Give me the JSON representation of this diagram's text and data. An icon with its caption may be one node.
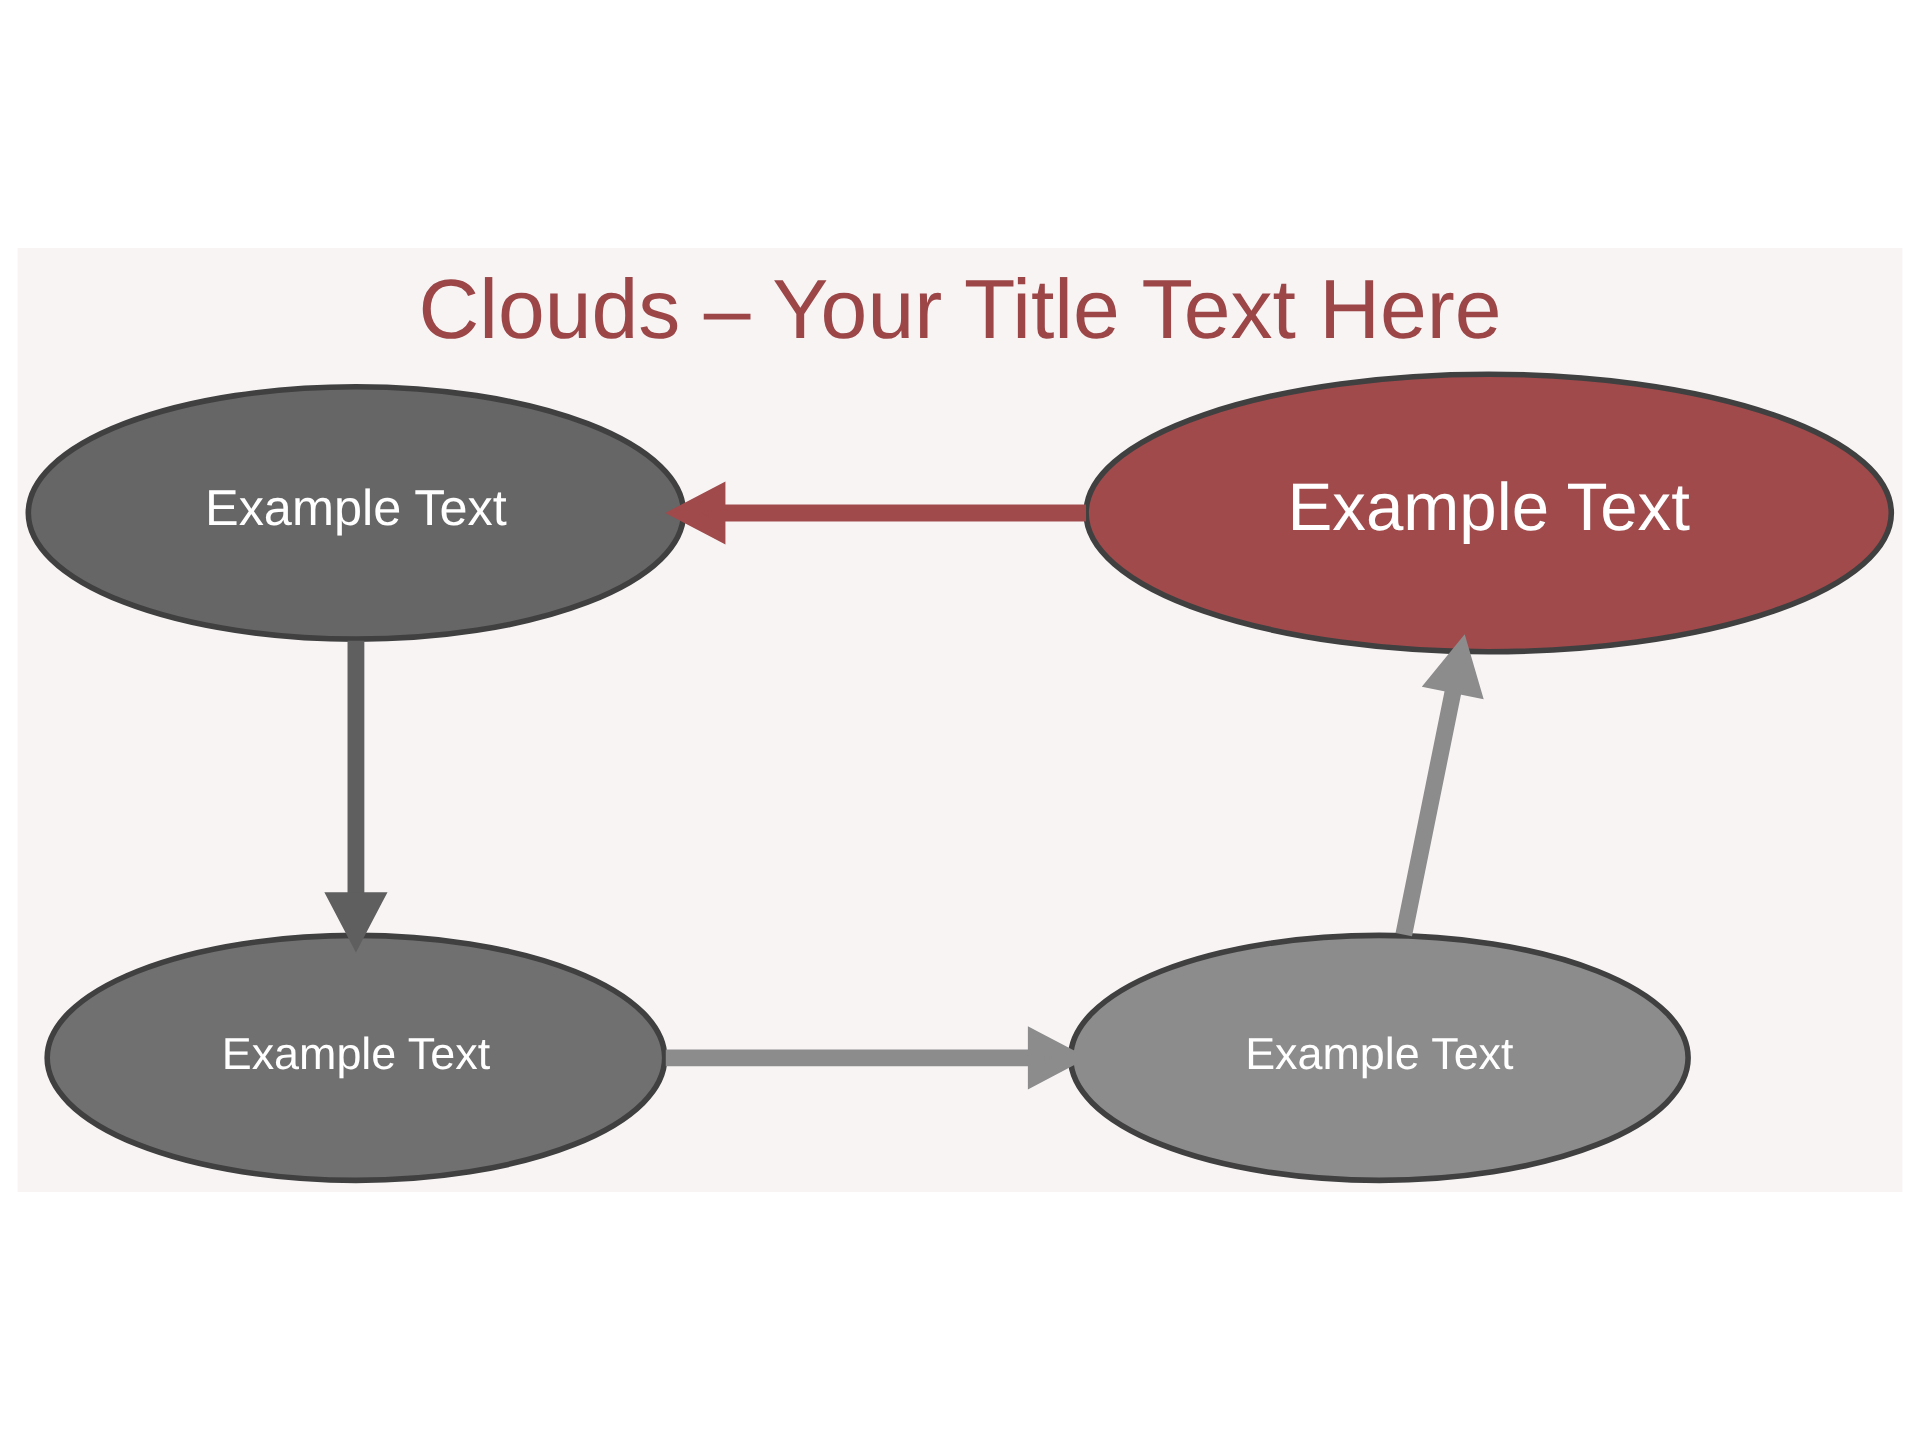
{
  "diagram": {
    "title": "Clouds – Your Title Text Here",
    "nodes": [
      {
        "text": [
          "Example Text"
        ]
      },
      {
        "text": [
          "Example Text"
        ]
      },
      {
        "text": [
          "Example Text"
        ]
      },
      {
        "text": [
          "Example Text"
        ]
      }
    ],
    "edges": [
      {
        "from": 0,
        "to": 2,
        "arrow": "to",
        "color": "#5f5f5f"
      },
      {
        "from": 2,
        "to": 3,
        "arrow": "to"
      },
      {
        "from": 3,
        "to": 1,
        "arrow": "to"
      },
      {
        "from": 1,
        "to": 0,
        "arrow": "to",
        "color": "#a04a4c"
      }
    ]
  }
}
